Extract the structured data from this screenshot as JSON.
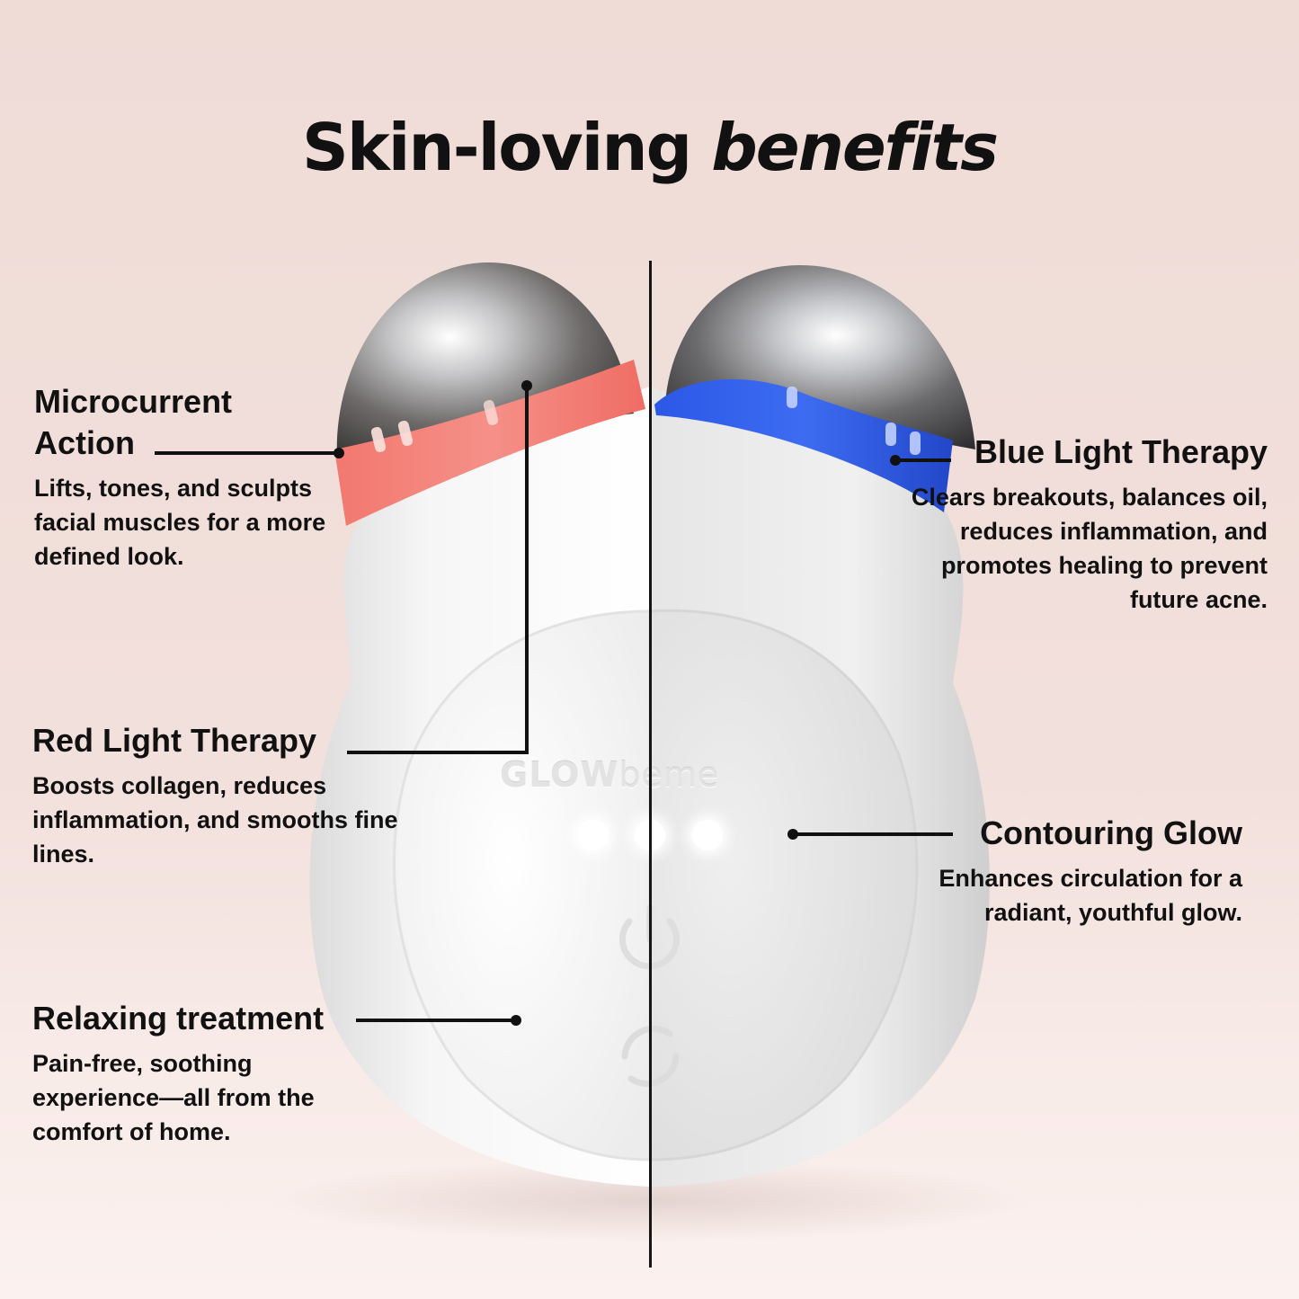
{
  "headline": {
    "regular": "Skin-loving",
    "emphasis": "benefits"
  },
  "brand": {
    "bold": "GLOW",
    "light": "beme"
  },
  "features": {
    "microcurrent": {
      "title_line1": "Microcurrent",
      "title_line2": "Action",
      "description": "Lifts, tones, and sculpts facial muscles for a more defined look."
    },
    "red_light": {
      "title": "Red Light Therapy",
      "description": "Boosts collagen, reduces inflammation, and smooths fine lines."
    },
    "relaxing": {
      "title": "Relaxing treatment",
      "description": "Pain-free, soothing experience—all from the comfort of home."
    },
    "blue_light": {
      "title": "Blue Light Therapy",
      "description": "Clears breakouts, balances oil, reduces inflammation, and promotes healing to prevent future acne."
    },
    "contouring": {
      "title": "Contouring Glow",
      "description": "Enhances circulation for a radiant, youthful glow."
    }
  },
  "colors": {
    "background": "#efdcd7",
    "red_ring": "#f2786f",
    "blue_ring": "#2f5be6",
    "text": "#111111"
  }
}
